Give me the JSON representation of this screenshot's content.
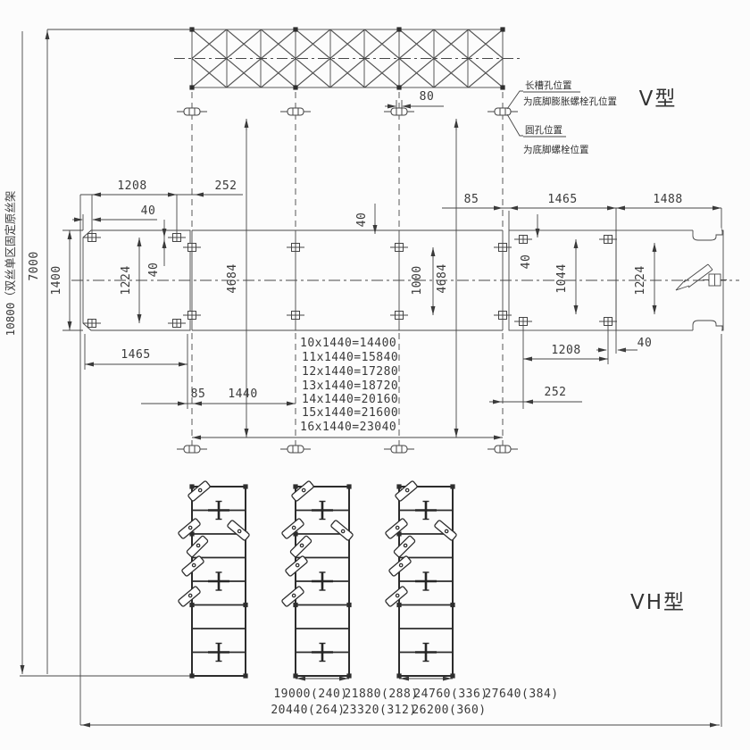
{
  "drawing": {
    "type_label_top": "V型",
    "type_label_bottom": "VH型",
    "side_label_overall": "10800（双丝单区固定原丝架",
    "side_label_7000": "7000"
  },
  "notes": {
    "slot_line1": "长槽孔位置",
    "slot_line2": "为底脚膨胀螺栓孔位置",
    "round_line1": "圆孔位置",
    "round_line2": "为底脚螺栓位置"
  },
  "dims": {
    "d80": "80",
    "d1208_left": "1208",
    "d252_left": "252",
    "d40_top_left": "40",
    "d1400": "1400",
    "d1224_left": "1224",
    "d40_frame_left": "40",
    "d4684_left": "4684",
    "d4684_right": "4684",
    "d1465_left": "1465",
    "d85_left": "85",
    "d1440": "1440",
    "d1000": "1000",
    "d40_center": "40",
    "d85_right": "85",
    "d1465_right": "1465",
    "d1488": "1488",
    "d40_frame_right": "40",
    "d1044": "1044",
    "d1224_right": "1224",
    "d1208_right": "1208",
    "d40_bottom_right": "40",
    "d252_right": "252"
  },
  "formulas": [
    "10x1440=14400",
    "11x1440=15840",
    "12x1440=17280",
    "13x1440=18720",
    "14x1440=20160",
    "15x1440=21600",
    "16x1440=23040"
  ],
  "length_options": {
    "row1": [
      "19000(240)",
      "21880(288)",
      "24760(336)",
      "27640(384)"
    ],
    "row2": [
      "20440(264)",
      "23320(312)",
      "26200(360)"
    ]
  }
}
